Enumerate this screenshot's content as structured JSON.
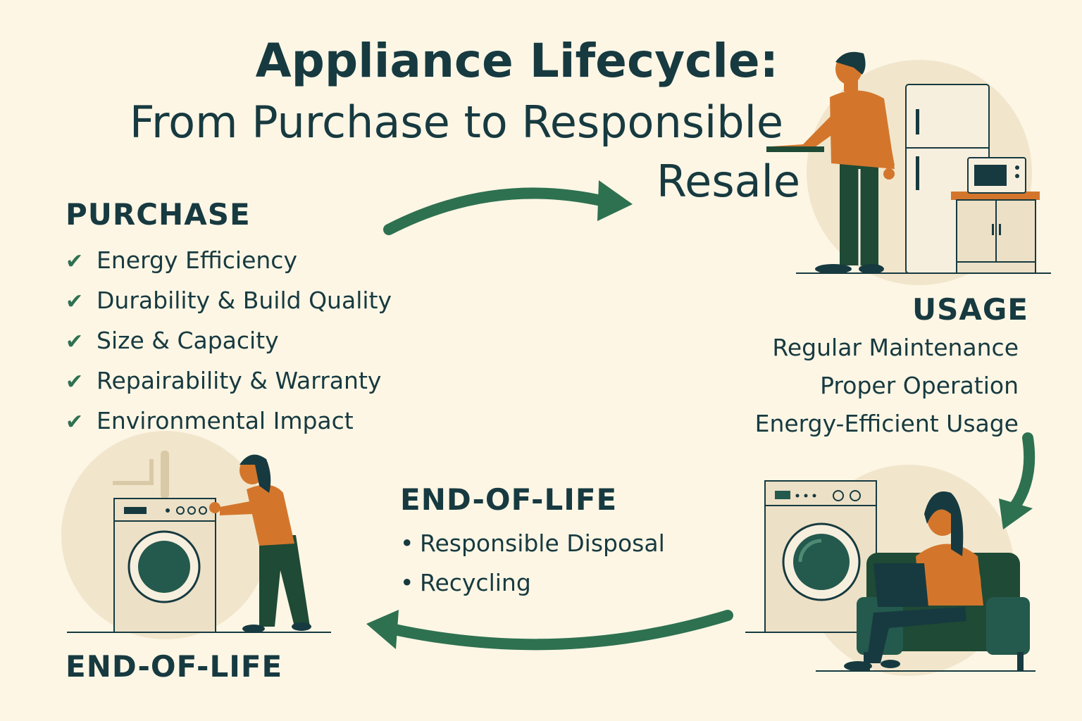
{
  "title": {
    "line1": "Appliance Lifecycle:",
    "line2": "From Purchase to Responsible",
    "line3": "Resale"
  },
  "purchase": {
    "heading": "PURCHASE",
    "items": [
      "Energy Efficiency",
      "Durability & Build Quality",
      "Size & Capacity",
      "Repairability & Warranty",
      "Environmental Impact"
    ]
  },
  "usage": {
    "heading": "USAGE",
    "items": [
      "Regular Maintenance",
      "Proper Operation",
      "Energy-Efficient Usage"
    ]
  },
  "end_of_life": {
    "heading": "END-OF-LIFE",
    "items": [
      "Responsible Disposal",
      "Recycling"
    ],
    "bottom_label": "END-OF-LIFE"
  },
  "colors": {
    "background": "#fdf6e5",
    "text": "#173a40",
    "arrow": "#2e7150",
    "shirt": "#d3762c",
    "pants": "#1f4a35",
    "appliance": "#ece0c6",
    "halo": "#f1e6cc"
  }
}
